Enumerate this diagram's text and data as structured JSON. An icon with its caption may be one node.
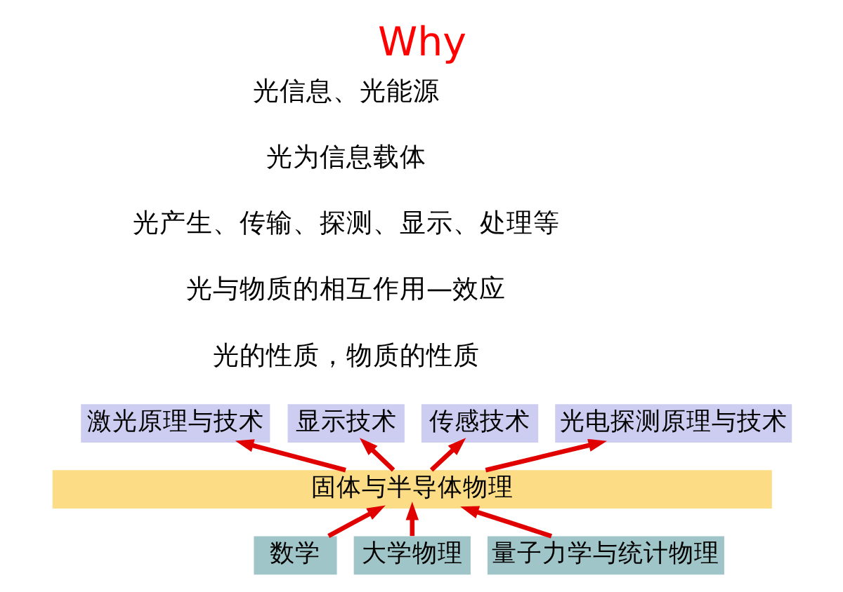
{
  "diagram": {
    "title": "Why",
    "nodes": [
      {
        "text": [
          "激光原理与技术"
        ]
      },
      {
        "text": [
          "显示技术"
        ]
      },
      {
        "text": [
          "传感技术"
        ]
      },
      {
        "text": [
          "光电探测原理与技术"
        ]
      },
      {
        "text": [
          "固体与半导体物理"
        ]
      },
      {
        "text": [
          "数学"
        ]
      },
      {
        "text": [
          "大学物理"
        ]
      },
      {
        "text": [
          "量子力学与统计物理"
        ]
      }
    ],
    "edges": [
      {
        "from": 5,
        "to": 4,
        "arrow": "to"
      },
      {
        "from": 6,
        "to": 4,
        "arrow": "to"
      },
      {
        "from": 7,
        "to": 4,
        "arrow": "to"
      },
      {
        "from": 4,
        "to": 0,
        "arrow": "to"
      },
      {
        "from": 4,
        "to": 1,
        "arrow": "to"
      },
      {
        "from": 4,
        "to": 2,
        "arrow": "to"
      },
      {
        "from": 4,
        "to": 3,
        "arrow": "to"
      }
    ],
    "labels": [
      "光信息、光能源",
      "光为信息载体",
      "光产生、传输、探测、显示、处理等",
      "光与物质的相互作用—效应",
      "光的性质，物质的性质"
    ]
  }
}
